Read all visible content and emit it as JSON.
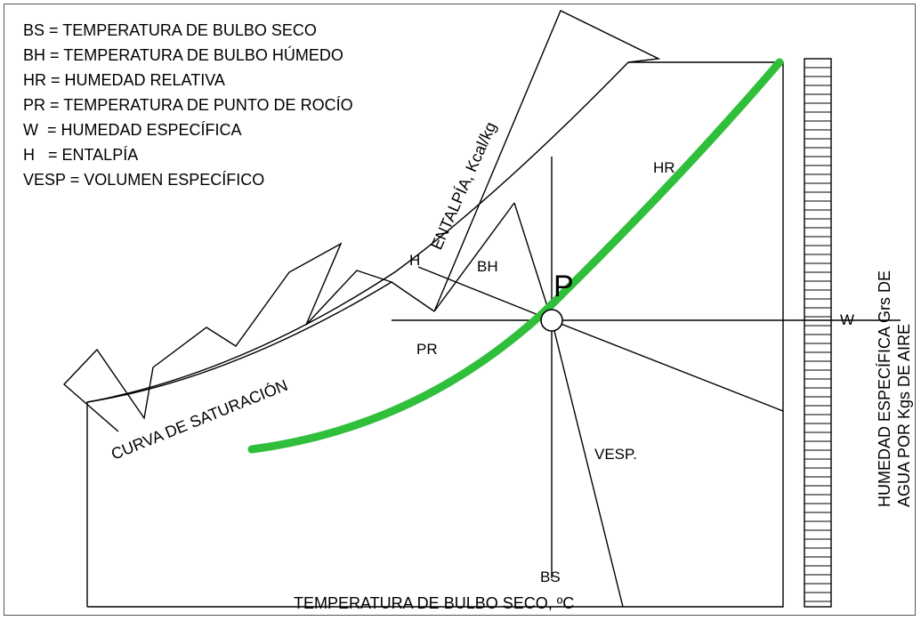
{
  "legend": {
    "lines": [
      "BS = TEMPERATURA DE BULBO SECO",
      "BH = TEMPERATURA DE BULBO HÚMEDO",
      "HR = HUMEDAD RELATIVA",
      "PR = TEMPERATURA DE PUNTO DE ROCÍO",
      "W  = HUMEDAD ESPECÍFICA",
      "H   = ENTALPÍA",
      "VESP = VOLUMEN ESPECÍFICO"
    ]
  },
  "labels": {
    "enthalpy_scale": "ENTALPÍA, Kcal/kg",
    "saturation_curve": "CURVA DE SATURACIÓN",
    "h": "H",
    "bh": "BH",
    "p": "P",
    "pr": "PR",
    "hr": "HR",
    "vesp": "VESP.",
    "w": "W",
    "bs": "BS",
    "x_axis": "TEMPERATURA DE BULBO SECO, ºC",
    "y_axis_line1": "HUMEDAD ESPECÍFICA Grs DE",
    "y_axis_line2": "AGUA POR Kgs DE AIRE"
  },
  "colors": {
    "relative_humidity_curve": "#2fbf3a",
    "lines": "#000000"
  }
}
